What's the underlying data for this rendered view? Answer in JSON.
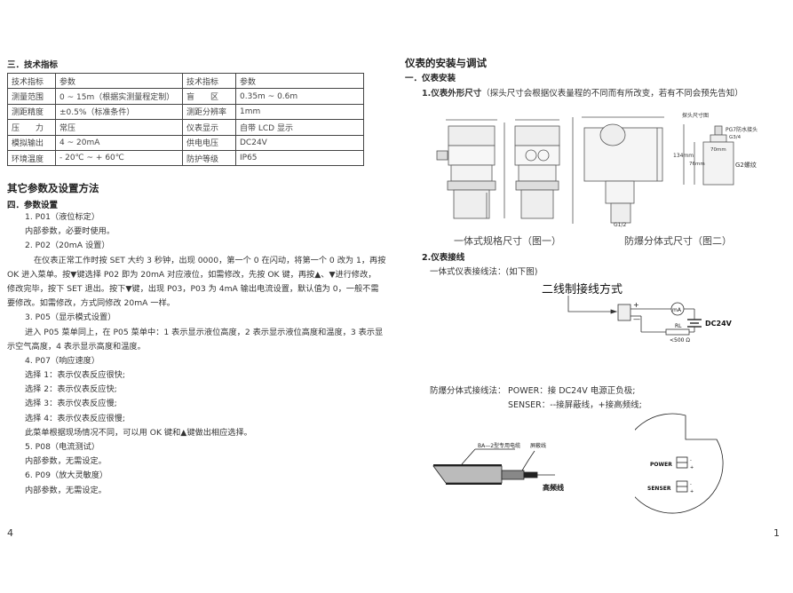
{
  "left_page": {
    "section3_title": "三．技术指标",
    "spec_table": {
      "headers": [
        "技术指标",
        "参数",
        "技术指标",
        "参数"
      ],
      "rows": [
        [
          "测量范围",
          "0 ~ 15m（根据实测量程定制）",
          "盲　　区",
          "0.35m ~ 0.6m"
        ],
        [
          "测距精度",
          "±0.5%（标准条件）",
          "测距分辨率",
          "1mm"
        ],
        [
          "压　　力",
          "常压",
          "仪表显示",
          "自带 LCD 显示"
        ],
        [
          "模拟输出",
          "4 ~ 20mA",
          "供电电压",
          "DC24V"
        ],
        [
          "环境温度",
          " - 20℃  ~   + 60℃",
          "防护等级",
          "IP65"
        ]
      ]
    },
    "other_params_title": "其它参数及设置方法",
    "section4_title": "四．参数设置",
    "lines": [
      "1.   P01（液位标定）",
      "内部参数，必要时使用。",
      "2.   P02（20mA 设置）",
      "在仪表正常工作时按 SET 大约 3 秒钟，出现 0000，第一个 0 在闪动，将第一个 0 改为 1，再按",
      "OK 进入菜单。按▼键选择 P02 即为 20mA 对应液位，如需修改，先按 OK 键，再按▲、▼进行修改，",
      "修改完毕，按下 SET 退出。按下▼键，出现 P03，P03 为 4mA 输出电流设置，默认值为 0，一般不需",
      "要修改。如需修改，方式同修改 20mA 一样。",
      "3.   P05（显示模式设置）",
      "进入 P05 菜单同上，在 P05 菜单中：1 表示显示液位高度，2 表示显示液位高度和温度，3 表示显",
      "示空气高度，4 表示显示高度和温度。",
      "4.   P07（响应速度）",
      "选择 1：表示仪表反应很快;",
      "选择 2：表示仪表反应快;",
      "选择 3：表示仪表反应慢;",
      "选择 4：表示仪表反应很慢;",
      "此菜单根据现场情况不同，可以用 OK 键和▲键做出相应选择。",
      "5.   P08（电流测试）",
      "内部参数，无需设定。",
      "6.   P09（放大灵敏度）",
      "内部参数，无需设定。"
    ],
    "page_number": "4"
  },
  "right_page": {
    "title": "仪表的安装与调试",
    "section1_title": "一．仪表安装",
    "sub1_title": "1.仪表外形尺寸",
    "sub1_note": "（探头尺寸会根据仪表量程的不同而有所改变，若有不同会预先告知）",
    "fig1_caption": "一体式规格尺寸（图一）",
    "fig2_caption": "防爆分体式尺寸（图二）",
    "probe_labels": {
      "title": "探头尺寸图",
      "gland": "PG7防水接头",
      "g34": "G3/4",
      "dia": "70mm",
      "h1": "134mm",
      "h2": "76mm",
      "thread": "G2螺纹",
      "g12": "G1/2"
    },
    "sub2_title": "2.仪表接线",
    "integrated_wiring": "一体式仪表接线法：(如下图)",
    "wiring_diagram": {
      "title": "二线制接线方式",
      "plus": "+",
      "minus": "—",
      "meter": "mA",
      "supply": "DC24V",
      "resistor": "RL",
      "resistance": "<500 Ω"
    },
    "explosion_wiring_label": "防爆分体式接线法：",
    "explosion_power": "POWER：接 DC24V 电源正负极;",
    "explosion_senser": "SENSER：--接屏蔽线，+接高频线;",
    "cable_labels": {
      "cable": "BA—2型专用电缆",
      "shield": "屏蔽线",
      "hf": "高频线"
    },
    "terminal_labels": {
      "power": "POWER",
      "senser": "SENSER",
      "minus": "-",
      "plus": "+"
    },
    "page_number": "1"
  }
}
